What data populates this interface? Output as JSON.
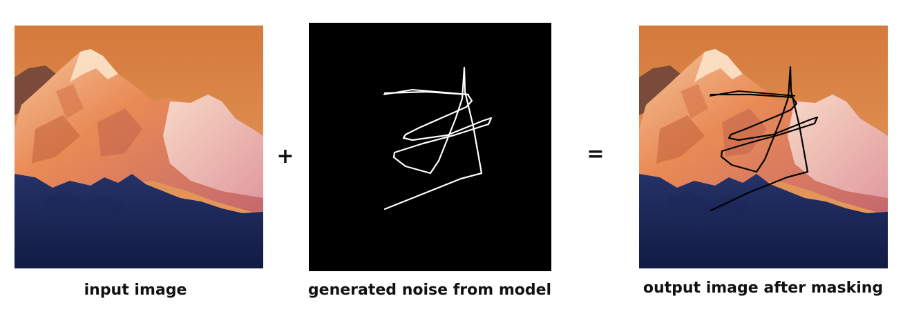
{
  "panels": {
    "input": {
      "caption": "input image"
    },
    "noise": {
      "caption": "generated noise from model"
    },
    "output": {
      "caption": "output image after masking"
    }
  },
  "operators": {
    "plus": "+",
    "equals": "="
  },
  "colors": {
    "sky_top": "#d9803f",
    "sky_bottom": "#e8a061",
    "peak_glow": "#f6c9a0",
    "foreground": "#17234f",
    "noise_background": "#000000",
    "noise_stroke": "#ffffff",
    "mask_stroke": "#000000"
  }
}
